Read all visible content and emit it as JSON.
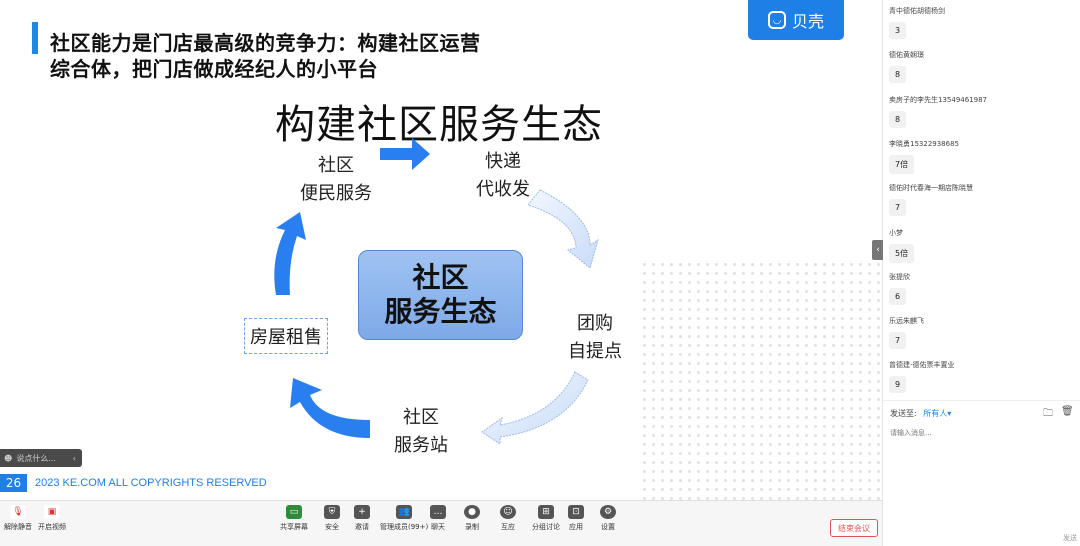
{
  "slide": {
    "title_line1": "社区能力是门店最高级的竞争力：构建社区运营",
    "title_line2": "综合体，把门店做成经纪人的小平台",
    "brand_name": "贝壳",
    "main_heading": "构建社区服务生态",
    "center_line1": "社区",
    "center_line2": "服务生态",
    "nodes": [
      {
        "line1": "社区",
        "line2": "便民服务"
      },
      {
        "line1": "快递",
        "line2": "代收发"
      },
      {
        "line1": "团购",
        "line2": "自提点"
      },
      {
        "line1": "社区",
        "line2": "服务站"
      },
      {
        "line1": "房屋租售",
        "line2": ""
      }
    ],
    "page_number": "26",
    "footer_text": "2023 KE.COM ALL COPYRIGHTS  RESERVED",
    "chat_pill_placeholder": "说点什么...",
    "colors": {
      "accent": "#1e7fe6",
      "center_box": "#8fb6ee"
    }
  },
  "toolbar": {
    "left": [
      {
        "label": "解除静音",
        "icon": "microphone-muted-icon"
      },
      {
        "label": "开启视频",
        "icon": "camera-off-icon"
      }
    ],
    "center": [
      {
        "label": "共享屏幕",
        "icon": "share-screen-icon"
      },
      {
        "label": "安全",
        "icon": "shield-icon"
      },
      {
        "label": "邀请",
        "icon": "invite-icon"
      },
      {
        "label": "管理成员(99+)",
        "icon": "members-icon"
      },
      {
        "label": "聊天",
        "icon": "chat-icon"
      },
      {
        "label": "录制",
        "icon": "record-icon"
      },
      {
        "label": "互应",
        "icon": "reaction-icon"
      },
      {
        "label": "分组讨论",
        "icon": "breakout-icon"
      },
      {
        "label": "应用",
        "icon": "apps-icon"
      },
      {
        "label": "设置",
        "icon": "gear-icon"
      }
    ],
    "end_meeting": "结束会议"
  },
  "chat": {
    "messages": [
      {
        "sender": "青中德佑胡德杨剑",
        "text": "3"
      },
      {
        "sender": "德佑黄娴璟",
        "text": "8"
      },
      {
        "sender": "卖房子的李先生13549461987",
        "text": "8"
      },
      {
        "sender": "李晓勇15322938685",
        "text": "7倍"
      },
      {
        "sender": "德佑时代春海一期店陈晓慧",
        "text": "7"
      },
      {
        "sender": "小梦",
        "text": "5倍"
      },
      {
        "sender": "张提欣",
        "text": "6"
      },
      {
        "sender": "乐远朱麒飞",
        "text": "7"
      },
      {
        "sender": "曾德建-德佑票丰置业",
        "text": "9"
      }
    ],
    "send_to_label": "发送至:",
    "send_to_target": "所有人",
    "input_placeholder": "请输入消息...",
    "send_label": "发送"
  }
}
